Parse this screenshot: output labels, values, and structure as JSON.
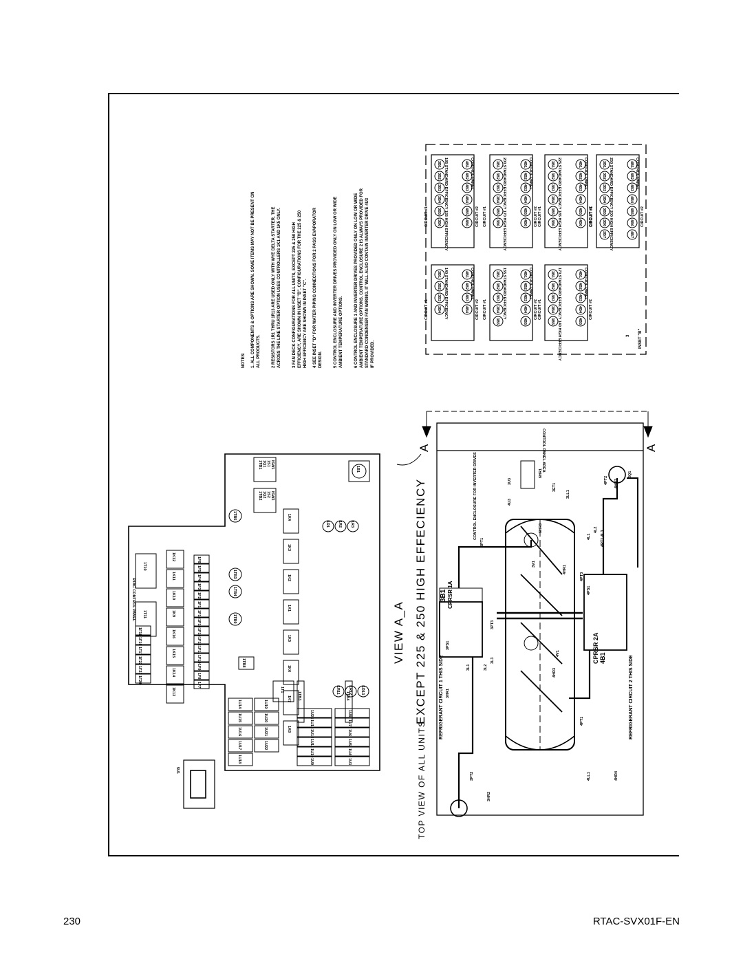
{
  "page": {
    "number": "230",
    "doc_id": "RTAC-SVX01F-EN"
  },
  "view": {
    "title_prefix": "TOP VIEW OF ALL UNITS",
    "title_main": "EXCEPT 225 & 250 HIGH EFFECIENCY",
    "view_name": "VIEW A_A",
    "section_mark": "A",
    "circuit1": "REFRIGERANT CIRCUIT 1 THIS SIDE",
    "circuit2": "REFRIGERANT CIRCUIT 2 THIS SIDE",
    "control_panel_area": "CONTROL PANEL AREA",
    "inverter_enclosure": "CONTROL ENCLOSURE FOR INVERTER DRIVES",
    "compressor1": "CPRSR 1A",
    "compressor1_tag": "3B1",
    "compressor2": "CPRSR 2A",
    "compressor2_tag": "4B1"
  },
  "panel": {
    "title": "RTAC CONTROL PANEL",
    "left_fuses": [
      "1F18",
      "1F19",
      "1F17",
      "1F22",
      "1F21",
      "1F20"
    ],
    "transformers": [
      "1T10",
      "1T11"
    ],
    "contactors_row1": [
      "1K12",
      "1K11",
      "1K10",
      "1K9",
      "1K16",
      "1K15",
      "1K14",
      "1K13"
    ],
    "fuses_col_a": [
      "1F6",
      "1F5",
      "1F4",
      "1F3",
      "1F2",
      "1F1",
      "1F15",
      "1F14",
      "1F13",
      "1F12",
      "1F11",
      "1F10",
      "1F9",
      "1F8",
      "1F7"
    ],
    "terminal_blocks": [
      "1TB5",
      "1TB3",
      "1TB4",
      "1TB9",
      "1TB8"
    ],
    "relays": [
      "1K4",
      "1K3",
      "1K2",
      "1K1",
      "1K5",
      "1K6",
      "1K7",
      "1K8"
    ],
    "tb_main": [
      "1TB1 1Q1 1S1 ISW1",
      "1TB2 1Q2 1S2 ISW2"
    ],
    "breaker": "1B1",
    "resistors_top": [
      "1R1",
      "1R2",
      "1R3"
    ],
    "resistors_bottom": [
      "1R11",
      "1R12",
      "1R13"
    ],
    "transformer_main": "1T1",
    "modules_top": [
      "1U14",
      "1U15",
      "1U16",
      "1U17",
      "1U18",
      "1U19",
      "1U20",
      "1U21",
      "1U22"
    ],
    "modules_bottom": [
      "1U23",
      "1U13",
      "1U12",
      "1U11",
      "1U10",
      "1U9",
      "1U8",
      "1U7",
      "1U6",
      "1U5",
      "1U4",
      "1U3"
    ],
    "bus_labels": [
      "1TB3",
      "1TB4"
    ],
    "misc": [
      "5U1"
    ]
  },
  "evaporator_tags": [
    "3HR1",
    "3PT1",
    "3PT3",
    "3PS1",
    "3L1",
    "3L2",
    "3L3",
    "3PT2",
    "3HR2",
    "3V1",
    "4HR1",
    "4PT3",
    "4V1",
    "4HR3",
    "4PT1",
    "4LL1",
    "4HR4",
    "4PS1",
    "4PT2",
    "4HR2",
    "4L1",
    "4L2",
    "4L3",
    "4RT1",
    "3LL1",
    "3ET1",
    "6HR1",
    "6HR3",
    "3U3",
    "4U3",
    "6Q1"
  ],
  "notes": {
    "heading": "NOTES:",
    "items": [
      "1. ALL COMPONENTS & OPTIONS ARE SHOWN. SOME ITEMS MAY NOT BE PRESENT ON ALL PRODUCTS.",
      "2 RESISTORS 1R1 THRU 1R13 ARE USED ONLY WITH WYE DELTA STARTER. THE ACROSS THE LINE STARTER OPTION USES CONTROLLERS 1K1 AND 1K5 ONLY.",
      "3 FAN DECK CONFIGURATIONS FOR ALL UNITS, EXCEPT 225 & 250 HIGH EFFICIENCY, ARE SHOWN IN INSET \"B\". CONFIGURATIONS FOR THE 225 & 250 HIGH EFFICENCY ARE SHOWN IN INSET \"C\".",
      "4 SEE INSET \"D\" FOR WATER PIPING CONNECTIONS FOR 2 PASS EVAPORATOR DESIGN.",
      "5 CONTROL ENCLOSURE AND INVERTER DRIVES PROVIDED ONLY ON LOW OR WIDE AMBIENT TEMPERATURE OPTIONS.",
      "6 CONTROL ENCLOSURE 1 AND INVERTER DRIVES PROVIDED ONLY ON LOW OR WIDE AMBIENT TEMPERATURE OPTIONS. CONTROL ENCLOSURE 2 IS ALWAYS PROVIDED FOR STANDARD CONDENSER FAN WIRING. IT WILL ALSO CONTAIN INVERTER DRIVE 4U3 IF PROVIDED."
    ]
  },
  "inset": {
    "name": "INSET \"B\"",
    "mark": "3",
    "circuit1": "CIRCUIT #1",
    "circuit2": "CIRCUIT #2",
    "control_panel": "CONTROL PANEL",
    "configs": [
      {
        "label": "140 STANDARD EFFICIENCY",
        "fans": [
          "3B1",
          "3B2",
          "3B3",
          "3B4",
          "4B1",
          "4B2",
          "4B3",
          "4B4"
        ]
      },
      {
        "label": "155 STANDARD EFFICIENCY",
        "fans": [
          "3B1",
          "3B2",
          "3B3",
          "3B4",
          "3B5",
          "4B1",
          "4B2",
          "4B3",
          "4B4",
          "4B5"
        ]
      },
      {
        "label": "170 STANDARD EFFICIENCY 140 HIGH EFFICIENCY",
        "fans": [
          "3B1",
          "3B2",
          "3B3",
          "3B4",
          "3B5",
          "4B1",
          "4B2",
          "4B3",
          "4B4",
          "4B5"
        ]
      },
      {
        "label": "185 STANDARD EFFICIENCY 155 HIGH EFFICIENCY",
        "fans": [
          "3B1",
          "3B2",
          "3B3",
          "3B4",
          "3B5",
          "3B6",
          "4B1",
          "4B2",
          "4B3",
          "4B4",
          "4B5",
          "4B6"
        ]
      },
      {
        "label": "200 STANDARD EFFICIENCY 170 HIGH EFFICIENCY",
        "fans": [
          "3B1",
          "3B2",
          "3B3",
          "3B4",
          "3B5",
          "3B6",
          "4B1",
          "4B2",
          "4B3",
          "4B4",
          "4B5",
          "4B6"
        ]
      },
      {
        "label": "225 STANDARD EFFICIENCY 185 HIGH EFFICIENCY",
        "fans": [
          "3B1",
          "3B2",
          "3B3",
          "3B4",
          "3B5",
          "3B6",
          "4B1",
          "4B2",
          "4B3",
          "4B4",
          "4B5",
          "4B6"
        ]
      },
      {
        "label": "250 STANDARD EFFICIENCY 200 HIGH EFFICIENCY",
        "fans": [
          "3B1",
          "3B2",
          "3B3",
          "3B4",
          "3B5",
          "3B6",
          "3B7",
          "4B1",
          "4B2",
          "4B3",
          "4B4",
          "4B5",
          "4B6",
          "4B7"
        ]
      }
    ]
  }
}
